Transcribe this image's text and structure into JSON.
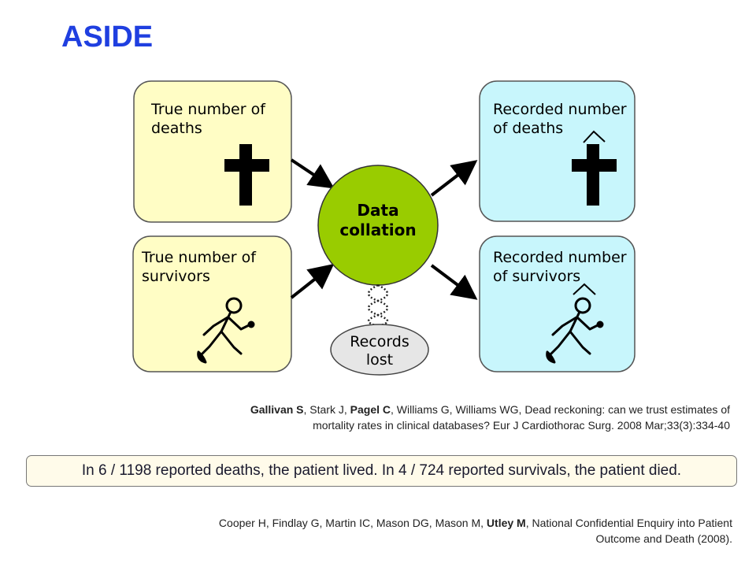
{
  "title": "ASIDE",
  "boxes": {
    "true_deaths": [
      "True number of",
      "deaths"
    ],
    "true_survivors": [
      "True number of",
      "survivors"
    ],
    "recorded_deaths": [
      "Recorded number",
      "of deaths"
    ],
    "recorded_survivors": [
      "Recorded number",
      "of survivors"
    ]
  },
  "center": [
    "Data",
    "collation"
  ],
  "records_lost": [
    "Records",
    "lost"
  ],
  "reference1": {
    "line1": {
      "a1": "Gallivan  S",
      "a2": ", Stark J, ",
      "a3": "Pagel C",
      "a4": ", Williams G, Williams WG, Dead reckoning: can we trust estimates of"
    },
    "line2": "mortality rates in clinical databases? Eur J Cardiothorac Surg. 2008 Mar;33(3):334-40"
  },
  "highlight": "In 6 / 1198 reported deaths, the patient lived.  In 4 / 724 reported survivals, the patient died.",
  "reference2": {
    "line1": {
      "a1": "Cooper H, Findlay G, Martin IC, Mason DG, Mason M, ",
      "a2": "Utley M",
      "a3": ", National Confidential Enquiry into Patient"
    },
    "line2": "Outcome and Death (2008)."
  },
  "colors": {
    "title": "#1f3fe0",
    "true_box_fill": "#fffdc5",
    "recorded_box_fill": "#c8f6fc",
    "circle_fill": "#99cc00",
    "ellipse_fill": "#e6e6e6"
  }
}
